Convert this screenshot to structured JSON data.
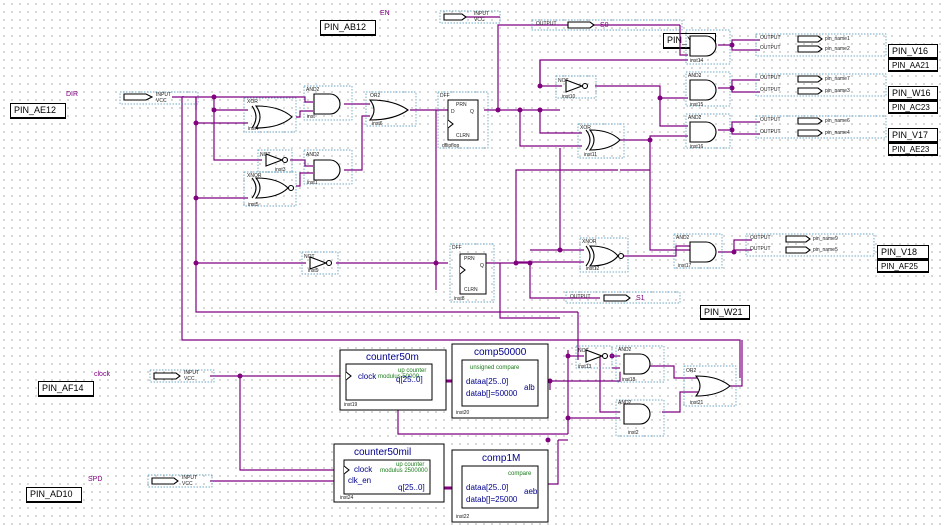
{
  "pins": {
    "ae12": "PIN_AE12",
    "ab12": "PIN_AB12",
    "y21": "PIN_Y21",
    "v16": "PIN_V16",
    "aa21": "PIN_AA21",
    "w16": "PIN_W16",
    "ac23": "PIN_AC23",
    "v17": "PIN_V17",
    "ae23": "PIN_AE23",
    "v18": "PIN_V18",
    "af25": "PIN_AF25",
    "w21": "PIN_W21",
    "af14": "PIN_AF14",
    "ad10": "PIN_AD10"
  },
  "signals": {
    "dir": "DIR",
    "en": "EN",
    "clock": "clock",
    "spd": "SPD",
    "s0": "S0",
    "s1": "S1"
  },
  "io": {
    "input": "INPUT",
    "vcc": "VCC",
    "output": "OUTPUT"
  },
  "outputs": [
    "pin_name1",
    "pin_name2",
    "pin_name7",
    "pin_name3",
    "pin_name6",
    "pin_name4",
    "pin_name9",
    "pin_name5"
  ],
  "gate_types": {
    "xor": "XOR",
    "and2": "AND2",
    "or2": "OR2",
    "not": "NOT",
    "xnor": "XNOR",
    "dff": "DFF"
  },
  "dff_ports": {
    "prn": "PRN",
    "clrn": "CLRN",
    "d": "D",
    "q": "Q"
  },
  "instances": {
    "inst": "inst",
    "inst1": "inst1",
    "inst2": "inst2",
    "inst3": "inst3",
    "inst4": "inst4",
    "inst5": "inst5",
    "inst6": "inst6",
    "inst8": "inst8",
    "inst9": "inst9",
    "inst10": "inst10",
    "inst11": "inst11",
    "inst12": "inst12",
    "inst13": "inst13",
    "inst14": "inst14",
    "inst15": "inst15",
    "inst16": "inst16",
    "inst17": "inst17",
    "inst18": "inst18",
    "inst19": "inst19",
    "inst20": "inst20",
    "inst21": "inst21",
    "inst22": "inst22",
    "inst24": "inst24",
    "dflipflop": "dflipflop"
  },
  "blocks": {
    "counter50m": {
      "title": "counter50m",
      "clock": "clock",
      "sub1": "up counter",
      "sub2": "modulus 50000",
      "q": "q[25..0]"
    },
    "counter50mil": {
      "title": "counter50mil",
      "clock": "clock",
      "clk_en": "clk_en",
      "sub1": "up counter",
      "sub2": "modulus 2500000",
      "q": "q[25..0]"
    },
    "comp50000": {
      "title": "comp50000",
      "sub": "unsigned compare",
      "dataa": "dataa[25..0]",
      "datab": "datab[]=50000",
      "out": "alb"
    },
    "comp1m": {
      "title": "comp1M",
      "sub": "compare",
      "dataa": "dataa[25..0]",
      "datab": "datab[]=25000",
      "out": "aeb"
    }
  }
}
